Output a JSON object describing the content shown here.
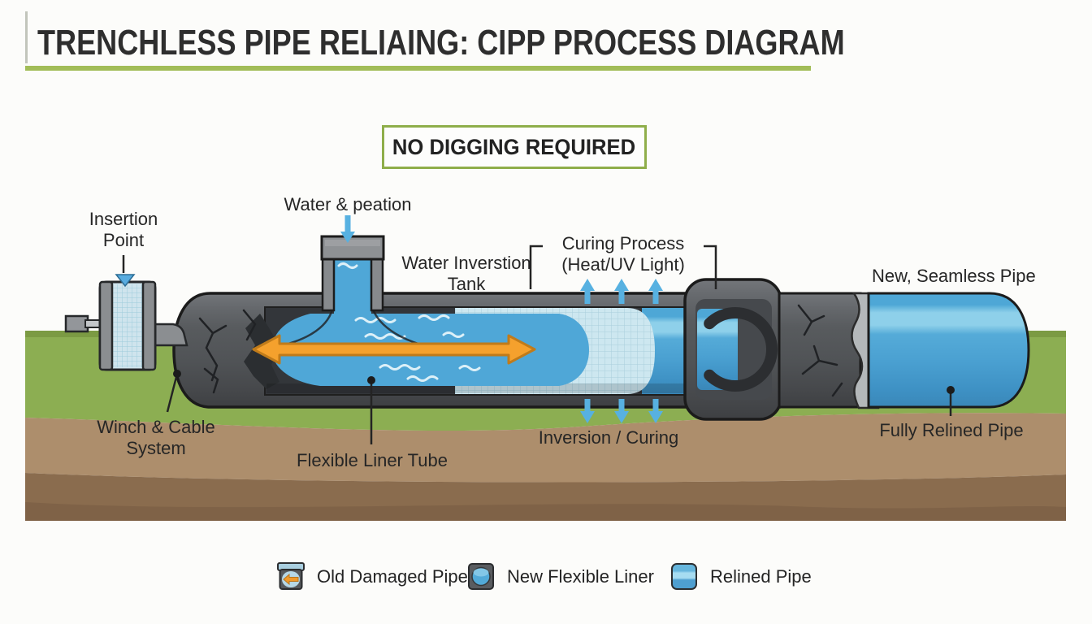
{
  "title": "TRENCHLESS PIPE RELIAING: CIPP PROCESS DIAGRAM",
  "banner": "NO DIGGING REQUIRED",
  "callouts": {
    "insertion_point": "Insertion Point",
    "water_peation": "Water & peation",
    "water_inverstion_tank": "Water Inverstion Tank",
    "curing_process": "Curing Process (Heat/UV Light)",
    "new_seamless_pipe": "New, Seamless Pipe",
    "winch_cable_system": "Winch & Cable System",
    "flexible_liner_tube": "Flexible Liner Tube",
    "inversion_curing": "Inversion / Curing",
    "fully_relined_pipe": "Fully Relined Pipe"
  },
  "legend": {
    "items": [
      {
        "icon": "old-damaged-pipe-icon",
        "label": "Old Damaged Pipe"
      },
      {
        "icon": "new-flexible-liner-icon",
        "label": "New Flexible Liner"
      },
      {
        "icon": "relined-pipe-icon",
        "label": "Relined Pipe"
      }
    ]
  },
  "colors": {
    "accent_green": "#8fae4a",
    "underline_green": "#a2bd58",
    "grass": "#8cae52",
    "soil_light": "#ad8e6c",
    "soil_dark": "#8a6c4e",
    "pipe_gray": "#54575a",
    "pipe_outline": "#1b1b1b",
    "water_blue": "#4fa7d7",
    "liner_mesh_blue": "#cde7f0",
    "relined_blue": "#4ea7d6",
    "arrow_orange": "#f5a12d",
    "arrow_blue": "#57b1e1"
  }
}
